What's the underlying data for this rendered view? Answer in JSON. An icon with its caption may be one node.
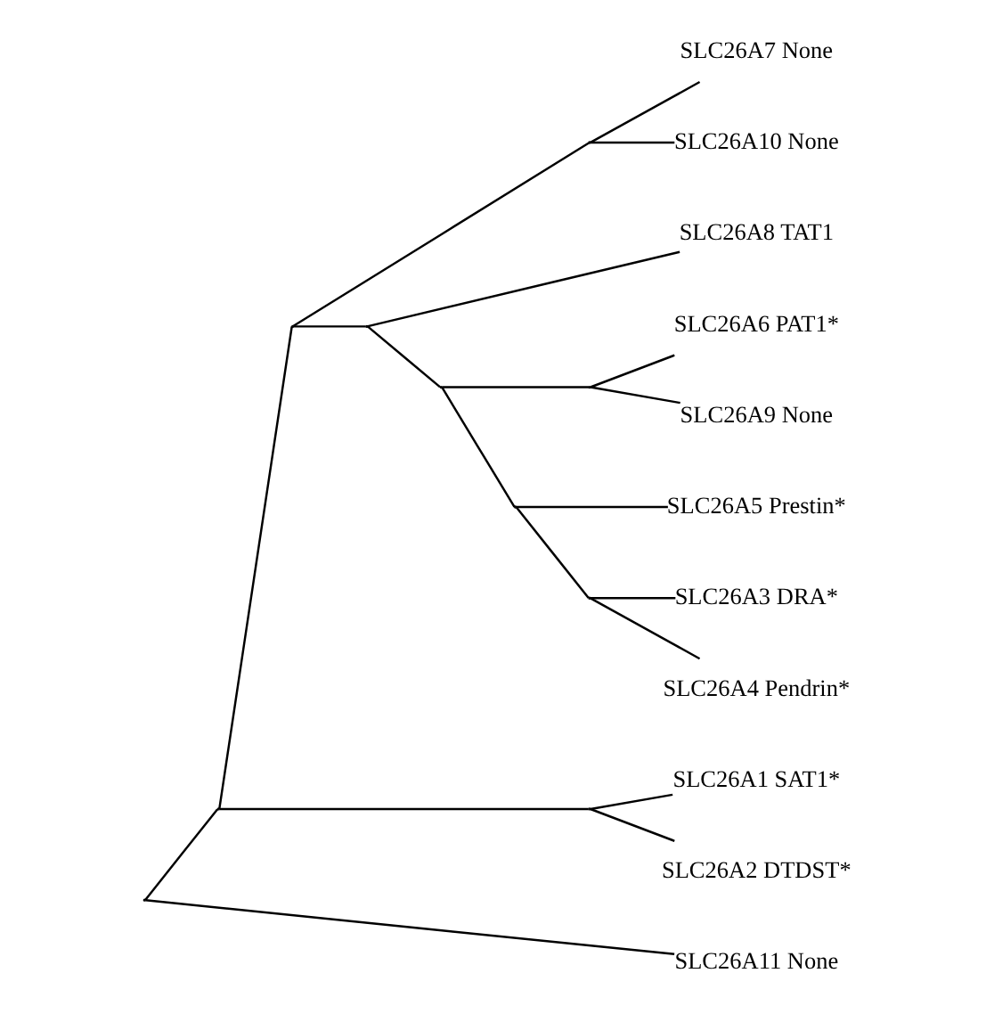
{
  "diagram": {
    "nodes": [
      {
        "text": [
          "SLC26A7 None"
        ]
      },
      {
        "text": [
          "SLC26A10 None"
        ]
      },
      {
        "text": [
          "SLC26A8 TAT1"
        ]
      },
      {
        "text": [
          "SLC26A6 PAT1*"
        ]
      },
      {
        "text": [
          "SLC26A9 None"
        ]
      },
      {
        "text": [
          "SLC26A5 Prestin*"
        ]
      },
      {
        "text": [
          "SLC26A3 DRA*"
        ]
      },
      {
        "text": [
          "SLC26A4 Pendrin*"
        ]
      },
      {
        "text": [
          "SLC26A1 SAT1*"
        ]
      },
      {
        "text": [
          "SLC26A2 DTDST*"
        ]
      },
      {
        "text": [
          "SLC26A11 None"
        ]
      },
      {
        "text": [],
        "shape": "point"
      },
      {
        "text": [],
        "shape": "point"
      },
      {
        "text": [],
        "shape": "point"
      },
      {
        "text": [],
        "shape": "point"
      },
      {
        "text": [],
        "shape": "point"
      },
      {
        "text": [],
        "shape": "point"
      },
      {
        "text": [],
        "shape": "point"
      },
      {
        "text": [],
        "shape": "point"
      },
      {
        "text": [],
        "shape": "point"
      },
      {
        "text": [],
        "shape": "point"
      }
    ],
    "edges": [
      {
        "from": 11,
        "to": 12,
        "arrow": "none"
      },
      {
        "from": 11,
        "to": 10,
        "arrow": "none"
      },
      {
        "from": 12,
        "to": 13,
        "arrow": "none"
      },
      {
        "from": 12,
        "to": 20,
        "arrow": "none"
      },
      {
        "from": 13,
        "to": 14,
        "arrow": "none"
      },
      {
        "from": 13,
        "to": 15,
        "arrow": "none"
      },
      {
        "from": 14,
        "to": 0,
        "arrow": "none"
      },
      {
        "from": 14,
        "to": 1,
        "arrow": "none"
      },
      {
        "from": 15,
        "to": 2,
        "arrow": "none"
      },
      {
        "from": 15,
        "to": 16,
        "arrow": "none"
      },
      {
        "from": 16,
        "to": 17,
        "arrow": "none"
      },
      {
        "from": 16,
        "to": 18,
        "arrow": "none"
      },
      {
        "from": 17,
        "to": 3,
        "arrow": "none"
      },
      {
        "from": 17,
        "to": 4,
        "arrow": "none"
      },
      {
        "from": 18,
        "to": 5,
        "arrow": "none"
      },
      {
        "from": 18,
        "to": 19,
        "arrow": "none"
      },
      {
        "from": 19,
        "to": 6,
        "arrow": "none"
      },
      {
        "from": 19,
        "to": 7,
        "arrow": "none"
      },
      {
        "from": 20,
        "to": 8,
        "arrow": "none"
      },
      {
        "from": 20,
        "to": 9,
        "arrow": "none"
      }
    ]
  }
}
